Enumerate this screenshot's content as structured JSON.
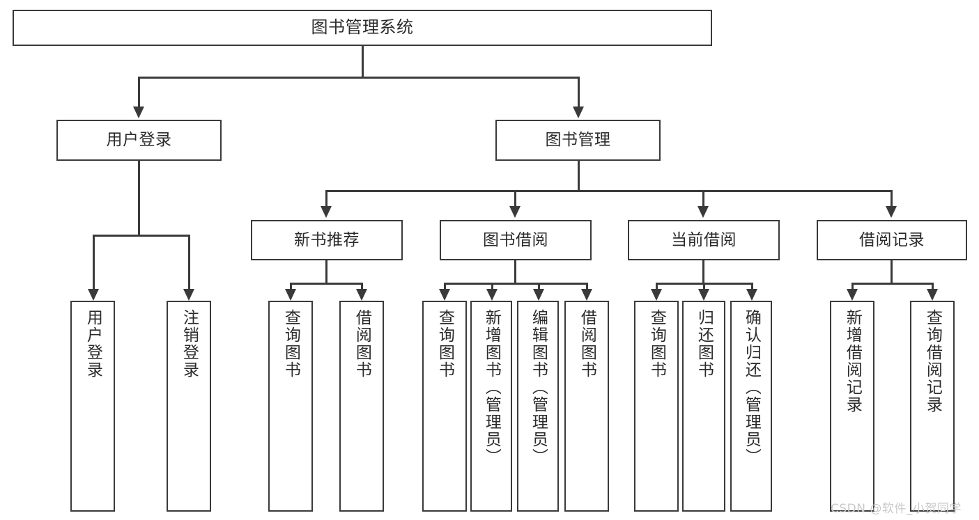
{
  "diagram": {
    "title": "图书管理系统",
    "type": "tree-hierarchy",
    "root": {
      "label": "图书管理系统"
    },
    "level2": [
      {
        "label": "用户登录"
      },
      {
        "label": "图书管理"
      }
    ],
    "level3": [
      {
        "label": "新书推荐"
      },
      {
        "label": "图书借阅"
      },
      {
        "label": "当前借阅"
      },
      {
        "label": "借阅记录"
      }
    ],
    "leaves": {
      "user_login": [
        {
          "label": "用户登录"
        },
        {
          "label": "注销登录"
        }
      ],
      "new_book_recommend": [
        {
          "label": "查询图书"
        },
        {
          "label": "借阅图书"
        }
      ],
      "book_borrow": [
        {
          "label": "查询图书"
        },
        {
          "label": "新增图书（管理员）"
        },
        {
          "label": "编辑图书（管理员）"
        },
        {
          "label": "借阅图书"
        }
      ],
      "current_borrow": [
        {
          "label": "查询图书"
        },
        {
          "label": "归还图书"
        },
        {
          "label": "确认归还（管理员）"
        }
      ],
      "borrow_record": [
        {
          "label": "新增借阅记录"
        },
        {
          "label": "查询借阅记录"
        }
      ]
    }
  },
  "watermark": {
    "text": "CSDN @软件_小贺同学"
  },
  "colors": {
    "stroke": "#3a3a3a",
    "fill": "#ffffff",
    "text": "#2b2b2b",
    "watermark": "#c9c9c9"
  }
}
